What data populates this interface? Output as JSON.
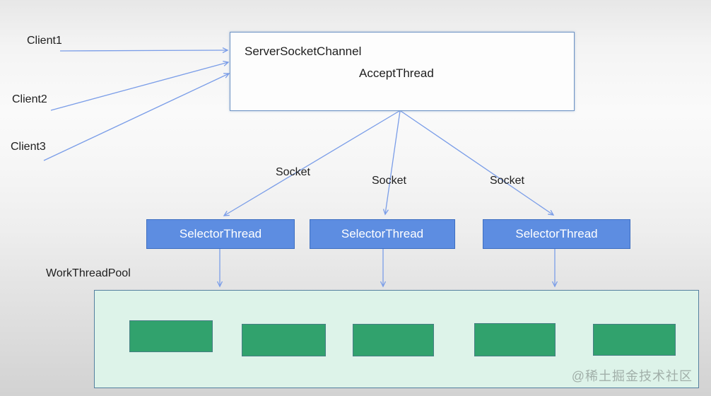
{
  "diagram": {
    "clients": [
      {
        "label": "Client1"
      },
      {
        "label": "Client2"
      },
      {
        "label": "Client3"
      }
    ],
    "server_box": {
      "line1": "ServerSocketChannel",
      "line2": "AcceptThread"
    },
    "socket_labels": [
      "Socket",
      "Socket",
      "Socket"
    ],
    "selector_threads": [
      {
        "label": "SelectorThread"
      },
      {
        "label": "SelectorThread"
      },
      {
        "label": "SelectorThread"
      }
    ],
    "pool": {
      "label": "WorkThreadPool",
      "worker_count": 5
    },
    "watermark": "@稀土掘金技术社区",
    "colors": {
      "arrow": "#7a9de8",
      "server_box_fill": "#fdfdfd",
      "server_box_border": "#6e93c4",
      "selector_fill": "#5d8de1",
      "selector_border": "#3e6fc1",
      "selector_text": "#ffffff",
      "pool_fill": "#ddf3e9",
      "pool_border": "#54809f",
      "worker_fill": "#31a26d",
      "worker_border": "#467e84",
      "text": "#1e1e1e",
      "watermark_text": "#8c9893"
    }
  }
}
